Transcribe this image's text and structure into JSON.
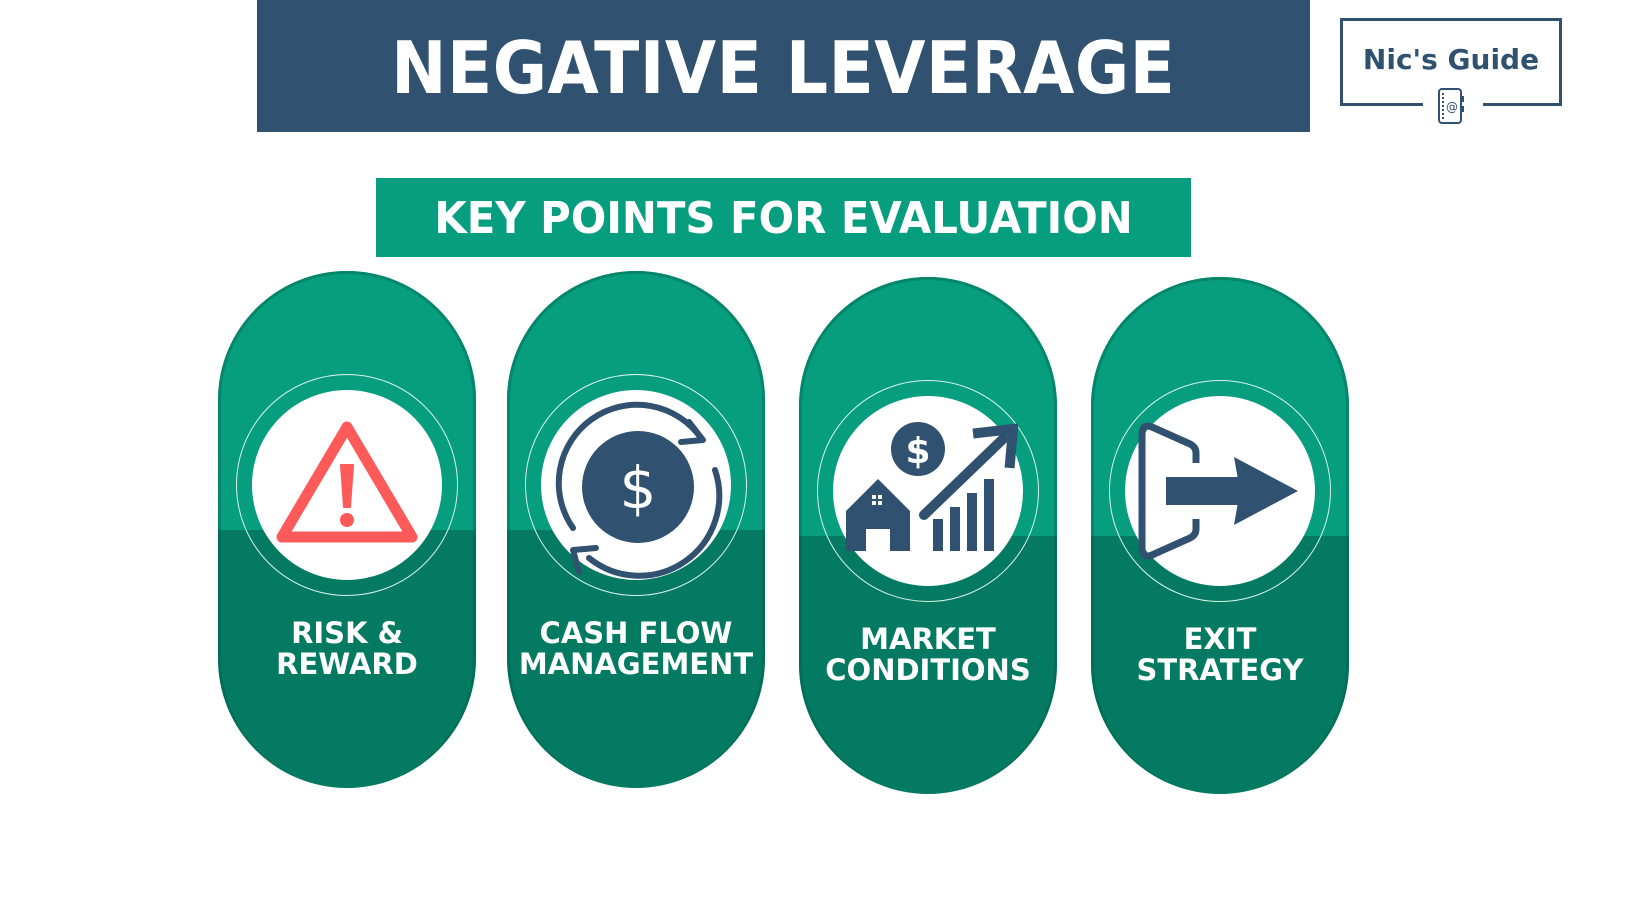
{
  "header": {
    "title": "NEGATIVE LEVERAGE",
    "title_bg": "#30516f"
  },
  "brand": {
    "name": "Nic's Guide",
    "icon": "address-book-icon",
    "color": "#30516f"
  },
  "subtitle": {
    "text": "KEY POINTS FOR EVALUATION",
    "bg": "#079e80"
  },
  "colors": {
    "card_top": "#079e80",
    "card_bottom": "#037a61",
    "icon_navy": "#30516f",
    "warning_red": "#ff5a5a"
  },
  "cards": [
    {
      "icon": "warning-triangle-icon",
      "line1": "RISK &",
      "line2": "REWARD"
    },
    {
      "icon": "cash-flow-cycle-icon",
      "line1": "CASH FLOW",
      "line2": "MANAGEMENT"
    },
    {
      "icon": "market-growth-icon",
      "line1": "MARKET",
      "line2": "CONDITIONS"
    },
    {
      "icon": "exit-door-arrow-icon",
      "line1": "EXIT",
      "line2": "STRATEGY"
    }
  ]
}
